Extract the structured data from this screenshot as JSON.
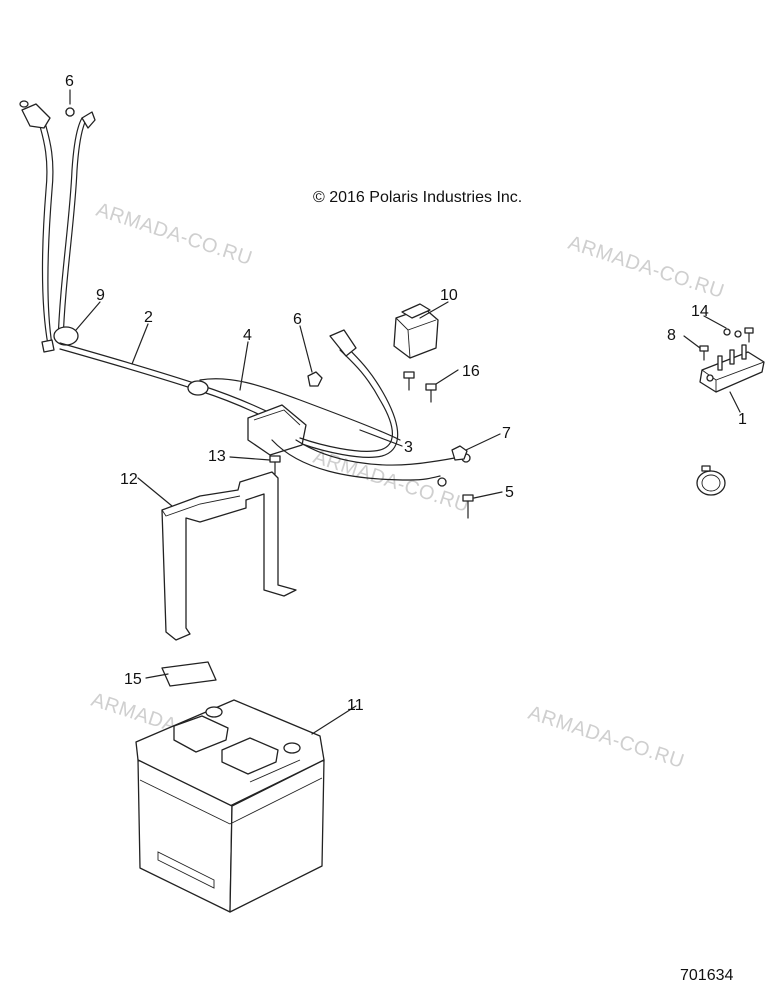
{
  "copyright": "© 2016 Polaris Industries Inc.",
  "diagram_number": "701634",
  "watermarks": [
    "ARMADA-CO.RU",
    "ARMADA-CO.RU",
    "ARMADA-CO.RU",
    "ARMADA-CO.RU",
    "ARMADA-CO.RU"
  ],
  "callouts": {
    "c1": "1",
    "c2": "2",
    "c3": "3",
    "c4": "4",
    "c5": "5",
    "c6a": "6",
    "c6b": "6",
    "c7": "7",
    "c8": "8",
    "c9": "9",
    "c10": "10",
    "c11": "11",
    "c12": "12",
    "c13": "13",
    "c14": "14",
    "c15": "15",
    "c16": "16"
  }
}
